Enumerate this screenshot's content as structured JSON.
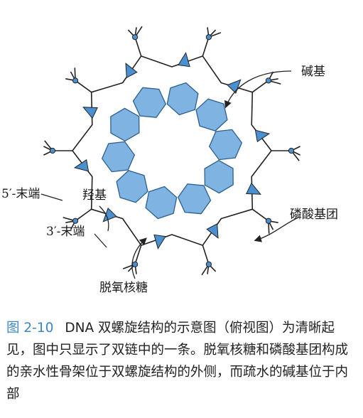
{
  "labels": {
    "base": "碱基",
    "five_prime_end": "5′-末端",
    "hydroxyl": "羟基",
    "phosphate_group": "磷酸基团",
    "three_prime_end": "3′-末端",
    "deoxyribose": "脱氧核糖"
  },
  "caption": {
    "figure_number": "图 2-10",
    "title": "DNA 双螺旋结构的示意图（俯视图）",
    "body": "为清晰起见，图中只显示了双链中的一条。脱氧核糖和磷酸基团构成的亲水性骨架位于双螺旋结构的外侧，而疏水的碱基位于内部"
  },
  "colors": {
    "base_fill": "#7fb4e2",
    "base_stroke": "#2a5f8f",
    "sugar_fill": "#4a90d0",
    "line": "#222222",
    "node": "#4a90d0",
    "caption_accent": "#3a86c8"
  }
}
